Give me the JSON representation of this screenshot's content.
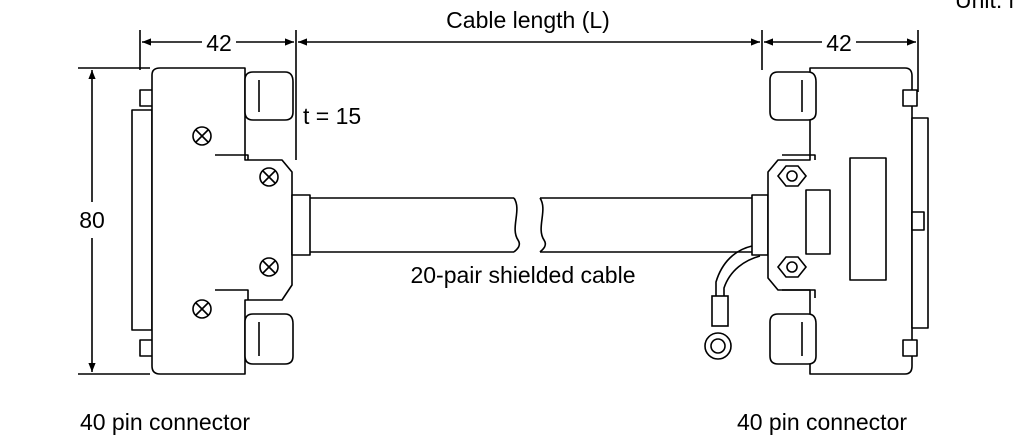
{
  "units_label": "Unit: mm",
  "dimensions": {
    "left_connector_width": "42",
    "right_connector_width": "42",
    "cable_length": "Cable length (L)",
    "height": "80",
    "thickness": "t = 15"
  },
  "labels": {
    "cable": "20-pair shielded cable",
    "left_connector": "40 pin connector",
    "right_connector": "40 pin connector"
  },
  "colors": {
    "line": "#000000",
    "background": "#ffffff"
  }
}
